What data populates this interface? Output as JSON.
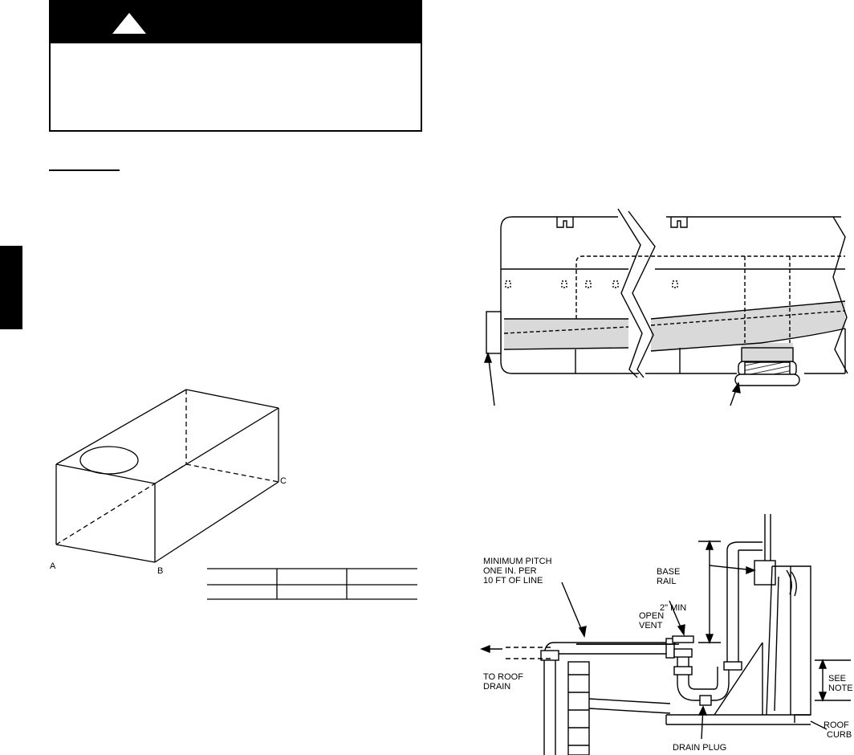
{
  "box_figure": {
    "corner_a": "A",
    "corner_b": "B",
    "corner_c": "C"
  },
  "drain_figure": {
    "pitch_label_line1": "MINIMUM PITCH",
    "pitch_label_line2": "ONE IN. PER",
    "pitch_label_line3": "10 FT  OF LINE",
    "base_rail_line1": "BASE",
    "base_rail_line2": "RAIL",
    "min_height": "2\"  MIN",
    "open_vent_line1": "OPEN",
    "open_vent_line2": "VENT",
    "roof_drain_line1": "TO ROOF",
    "roof_drain_line2": "DRAIN",
    "see_note_line1": "SEE",
    "see_note_line2": "NOTE",
    "roof_curb_line1": "ROOF",
    "roof_curb_line2": "CURB",
    "drain_plug": "DRAIN PLUG"
  },
  "colors": {
    "ink": "#000000",
    "shade": "#d9d9d9",
    "paper": "#ffffff"
  }
}
